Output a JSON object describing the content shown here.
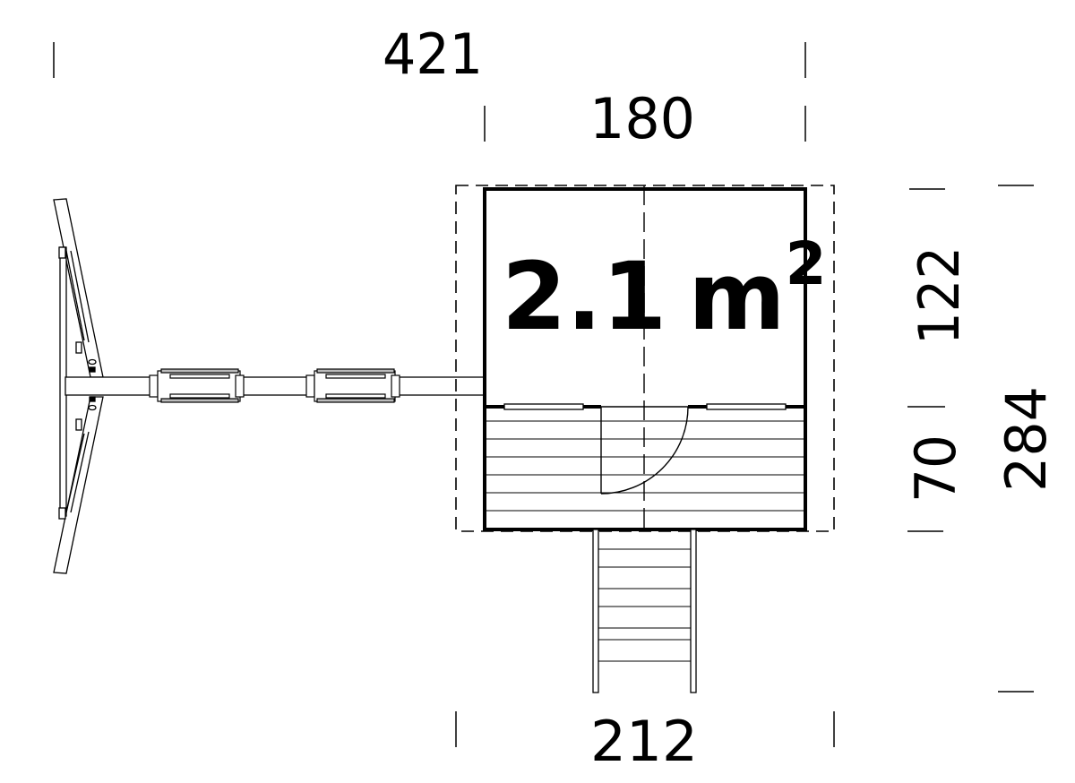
{
  "diagram": {
    "type": "floor-plan-top-view",
    "subject": "playhouse with deck, ladder and swing frame",
    "area_label": {
      "value": "2.1",
      "unit": "m",
      "superscript": "2"
    },
    "dimensions": {
      "total_width": "421",
      "house_width": "180",
      "base_width": "212",
      "house_depth": "122",
      "deck_depth": "70",
      "total_depth": "284"
    },
    "colors": {
      "line": "#000000",
      "background": "#ffffff"
    },
    "components": [
      "swing-frame",
      "swing-beam",
      "swing-seat-1",
      "swing-seat-2",
      "house-room",
      "window-left",
      "window-right",
      "door-with-swing-arc",
      "deck-boards",
      "ladder",
      "roof-overhang-dashed-outline",
      "ridge-centerline"
    ]
  }
}
